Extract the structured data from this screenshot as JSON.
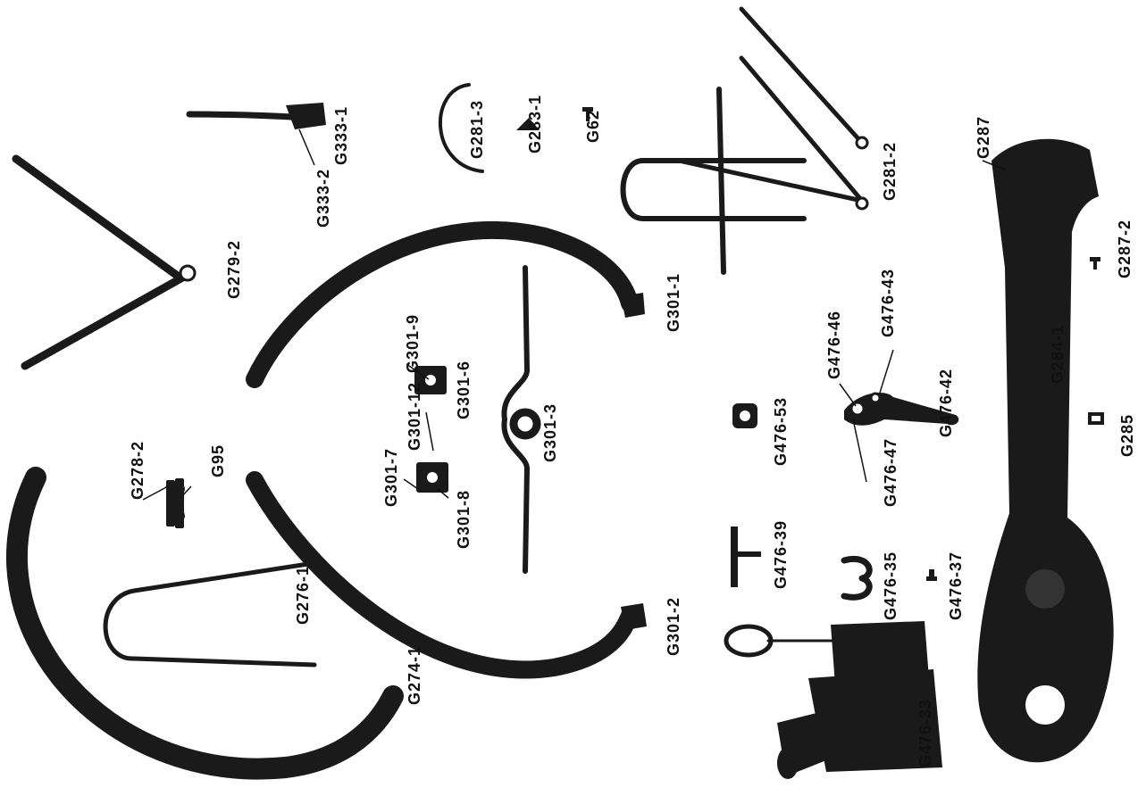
{
  "labels": {
    "g274_1": "G274-1",
    "g276_1": "G276-1",
    "g278_2": "G278-2",
    "g95": "G95",
    "g279_2": "G279-2",
    "g333_1": "G333-1",
    "g333_2": "G333-2",
    "g281_3": "G281-3",
    "g283_1": "G283-1",
    "g62": "G62",
    "g281_2": "G281-2",
    "g287": "G287",
    "g287_2": "G287-2",
    "g284_1": "G284-1",
    "g285": "G285",
    "g301_1": "G301-1",
    "g301_2": "G301-2",
    "g301_3": "G301-3",
    "g301_6": "G301-6",
    "g301_7": "G301-7",
    "g301_8": "G301-8",
    "g301_9": "G301-9",
    "g301_12": "G301-12",
    "g476_33": "G476-33",
    "g476_35": "G476-35",
    "g476_37": "G476-37",
    "g476_39": "G476-39",
    "g476_42": "G476-42",
    "g476_43": "G476-43",
    "g476_46": "G476-46",
    "g476_47": "G476-47",
    "g476_53": "G476-53"
  },
  "colors": {
    "background": "#ffffff",
    "ink": "#1a1a1a"
  }
}
